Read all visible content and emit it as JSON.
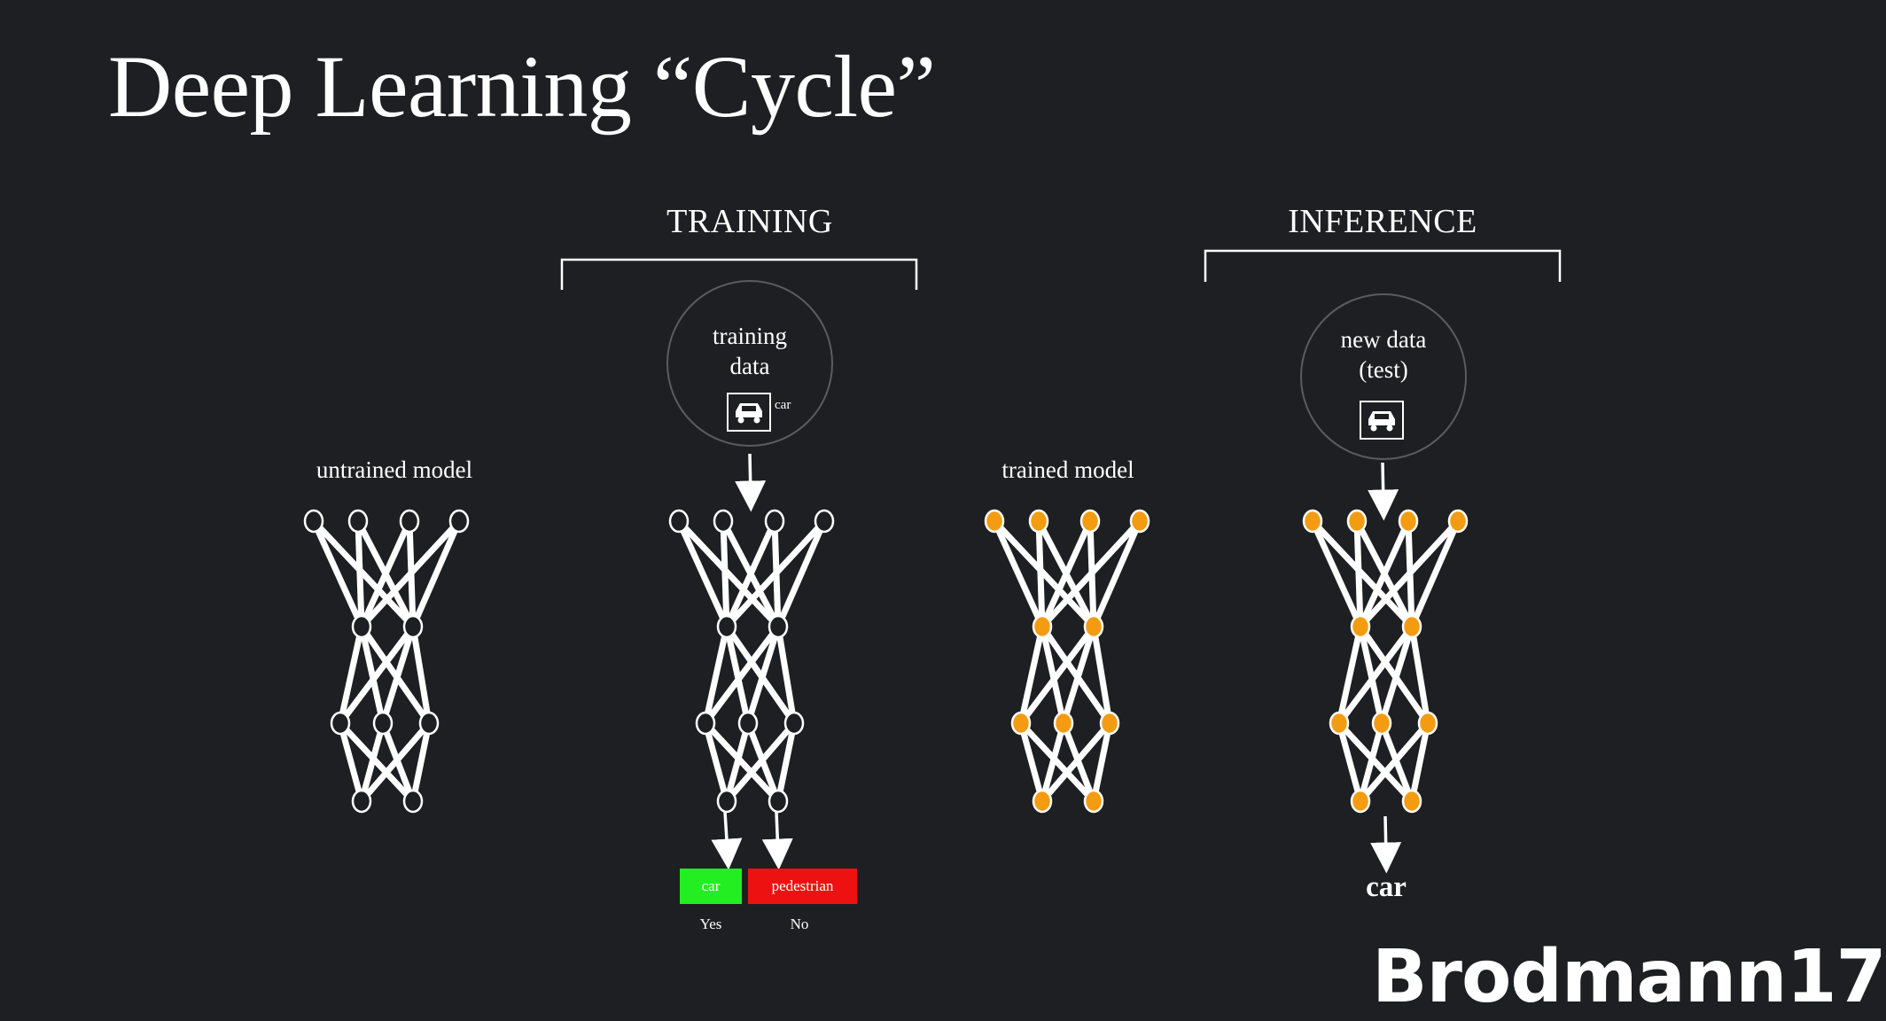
{
  "slide": {
    "title": "Deep Learning “Cycle”",
    "background_color": "#1e1f22"
  },
  "sections": {
    "training": "TRAINING",
    "inference": "INFERENCE"
  },
  "models": {
    "untrained": {
      "label": "untrained model",
      "node_fill": "#1e1f22"
    },
    "training": {
      "node_fill": "#1e1f22"
    },
    "trained": {
      "label": "trained model",
      "node_fill": "#f39c12"
    },
    "inference": {
      "node_fill": "#f39c12"
    }
  },
  "training_data": {
    "label_line1": "training",
    "label_line2": "data",
    "icon": "car-icon",
    "icon_caption": "car"
  },
  "new_data": {
    "label_line1": "new data",
    "label_line2": "(test)",
    "icon": "car-icon"
  },
  "outputs": {
    "car": {
      "label": "car",
      "color": "#22ee22",
      "caption": "Yes"
    },
    "pedestrian": {
      "label": "pedestrian",
      "color": "#ee1111",
      "caption": "No"
    }
  },
  "inference_result": "car",
  "logo": {
    "text": "Brodmann17"
  }
}
